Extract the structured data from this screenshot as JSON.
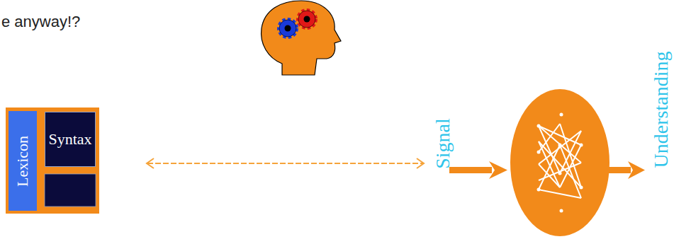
{
  "diagram": {
    "nodes": [
      {
        "text": [
          "Lexicon"
        ]
      },
      {
        "text": [
          "Syntax"
        ]
      }
    ],
    "labels": [
      "e anyway!?",
      "Signal",
      "Understanding"
    ]
  }
}
